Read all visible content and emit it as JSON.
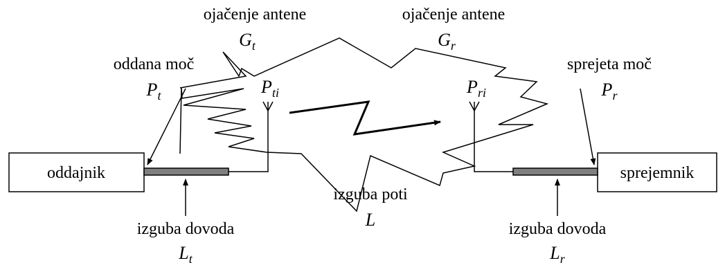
{
  "transmitter": {
    "label": "oddajnik"
  },
  "receiver": {
    "label": "sprejemnik"
  },
  "tx_power": {
    "label": "oddana moč",
    "symbol": "P",
    "sub": "t"
  },
  "tx_isotropic": {
    "symbol": "P",
    "sub": "ti"
  },
  "rx_isotropic": {
    "symbol": "P",
    "sub": "ri"
  },
  "rx_power": {
    "label": "sprejeta moč",
    "symbol": "P",
    "sub": "r"
  },
  "tx_gain": {
    "label": "ojačenje antene",
    "symbol": "G",
    "sub": "t"
  },
  "rx_gain": {
    "label": "ojačenje antene",
    "symbol": "G",
    "sub": "r"
  },
  "tx_feeder_loss": {
    "label": "izguba dovoda",
    "symbol": "L",
    "sub": "t"
  },
  "path_loss": {
    "label": "izguba poti",
    "symbol": "L"
  },
  "rx_feeder_loss": {
    "label": "izguba dovoda",
    "symbol": "L",
    "sub": "r"
  }
}
